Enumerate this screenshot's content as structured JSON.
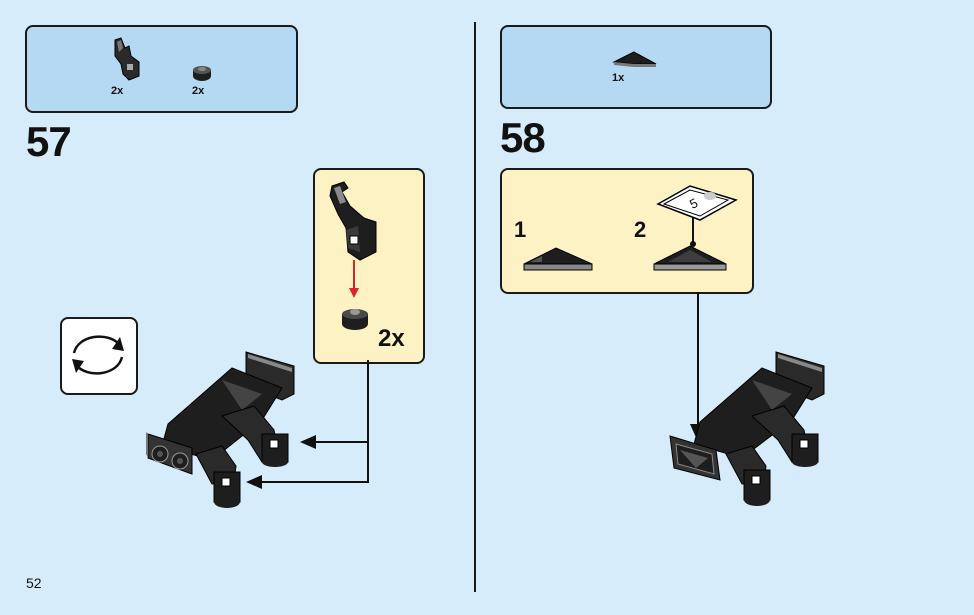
{
  "page": {
    "number": "52"
  },
  "step57": {
    "number": "57",
    "parts": [
      {
        "icon": "clip-bracket-icon",
        "qty": "2x"
      },
      {
        "icon": "round-stud-icon",
        "qty": "2x"
      }
    ],
    "subassembly": {
      "qty": "2x"
    }
  },
  "step58": {
    "number": "58",
    "parts": [
      {
        "icon": "wedge-tile-icon",
        "qty": "1x"
      }
    ],
    "substeps": [
      {
        "number": "1"
      },
      {
        "number": "2"
      }
    ],
    "sticker_number": "5"
  },
  "colors": {
    "background": "#d6ecfa",
    "parts_box": "#b5d9f3",
    "sub_box": "#fdf2c4",
    "arrow_red": "#d7262c",
    "brick_black": "#1e1e1e"
  }
}
